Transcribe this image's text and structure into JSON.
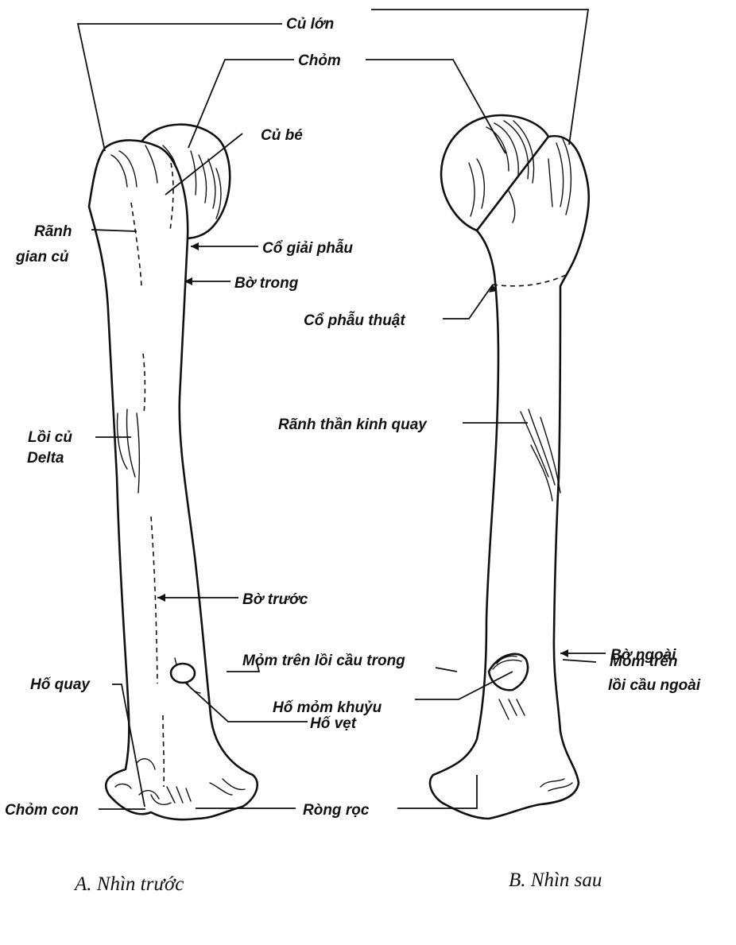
{
  "labels": {
    "cu_lon": "Củ lớn",
    "chom": "Chỏm",
    "cu_be": "Củ bé",
    "ranh_gian_cu_1": "Rãnh",
    "ranh_gian_cu_2": "gian củ",
    "co_giai_phau": "Cổ giải phẫu",
    "bo_trong": "Bờ trong",
    "co_phau_thuat": "Cổ phẫu thuật",
    "ranh_than_kinh_quay": "Rãnh thần kinh quay",
    "loi_cu_delta_1": "Lồi củ",
    "loi_cu_delta_2": "Delta",
    "bo_truoc": "Bờ trước",
    "bo_ngoai": "Bờ ngoài",
    "ho_quay": "Hố quay",
    "ho_mom_khuyu": "Hố mỏm khuỷu",
    "ho_vet": "Hố vẹt",
    "mom_tren_loi_cau_trong": "Mỏm trên lồi cầu trong",
    "mom_tren_loi_cau_ngoai_1": "Mỏm trên",
    "mom_tren_loi_cau_ngoai_2": "lồi cầu ngoài",
    "chom_con": "Chỏm con",
    "rong_roc": "Ròng rọc"
  },
  "captions": {
    "front": "A. Nhìn trước",
    "back": "B. Nhìn sau"
  }
}
